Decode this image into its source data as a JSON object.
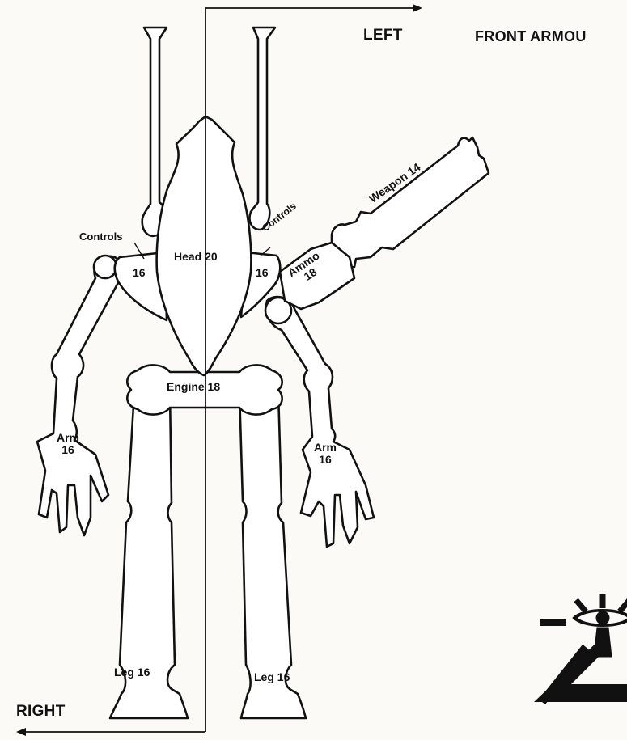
{
  "directions": {
    "left": "LEFT",
    "right": "RIGHT"
  },
  "title": "FRONT ARMOU",
  "locations": {
    "head": "Head 20",
    "controls_right_label": "Controls",
    "controls_right_value": "16",
    "controls_left_label": "Controls",
    "controls_left_value": "16",
    "ammo_label": "Ammo",
    "ammo_value": "18",
    "weapon": "Weapon 14",
    "engine": "Engine 18",
    "arm_right_label": "Arm",
    "arm_right_value": "16",
    "arm_left_label": "Arm",
    "arm_left_value": "16",
    "leg_right": "Leg 16",
    "leg_left": "Leg 16"
  },
  "colors": {
    "ink": "#111111",
    "paper": "#fbfaf7"
  },
  "icons": [
    "eye-of-isha-icon"
  ]
}
